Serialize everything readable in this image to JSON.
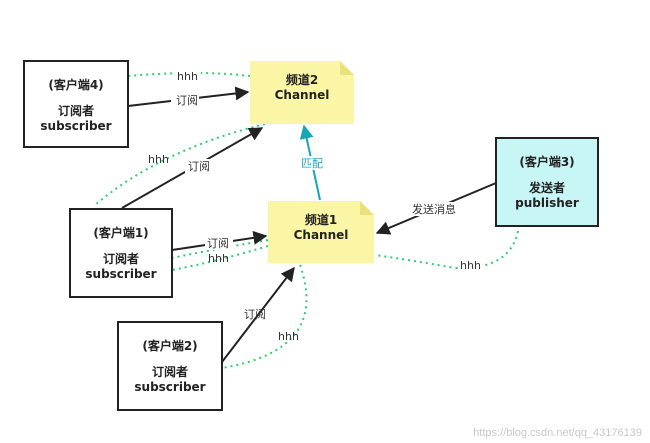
{
  "nodes": {
    "client4": {
      "line1": "(客户端4)",
      "line2": "订阅者",
      "line3": "subscriber"
    },
    "client1": {
      "line1": "(客户端1)",
      "line2": "订阅者",
      "line3": "subscriber"
    },
    "client2": {
      "line1": "(客户端2)",
      "line2": "订阅者",
      "line3": "subscriber"
    },
    "client3": {
      "line1": "(客户端3)",
      "line2": "发送者",
      "line3": "publisher"
    },
    "channel2": {
      "line1": "频道2",
      "line2": "Channel"
    },
    "channel1": {
      "line1": "频道1",
      "line2": "Channel"
    }
  },
  "edges": {
    "subscribe": "订阅",
    "message": "hhh",
    "match": "匹配",
    "send": "发送消息"
  },
  "colors": {
    "box_border": "#222222",
    "channel_fill": "#fbf6a6",
    "publisher_fill": "#c8f5f6",
    "dotted_green": "#2ecc71",
    "match_arrow": "#17a5b8"
  },
  "watermark": "https://blog.csdn.net/qq_43176139"
}
